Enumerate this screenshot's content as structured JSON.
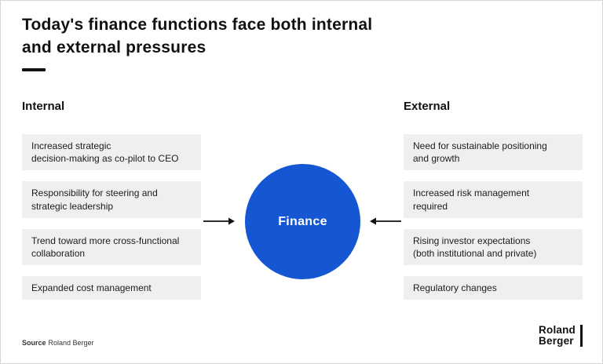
{
  "header": {
    "title_line1": "Today's finance functions face both internal",
    "title_line2": "and external pressures"
  },
  "internal": {
    "label": "Internal",
    "items": [
      "Increased strategic\ndecision-making as co-pilot to CEO",
      "Responsibility for steering and\nstrategic leadership",
      "Trend toward more cross-functional\ncollaboration",
      "Expanded cost management"
    ]
  },
  "external": {
    "label": "External",
    "items": [
      "Need for sustainable positioning\nand growth",
      "Increased risk management\nrequired",
      "Rising investor expectations\n(both institutional and private)",
      "Regulatory changes"
    ]
  },
  "center": {
    "label": "Finance"
  },
  "footer": {
    "source_label": "Source",
    "source_value": "Roland Berger",
    "logo_line1": "Roland",
    "logo_line2": "Berger"
  },
  "colors": {
    "accent_blue": "#1557D2",
    "box_gray": "#EFEFEF",
    "text_dark": "#111111"
  }
}
